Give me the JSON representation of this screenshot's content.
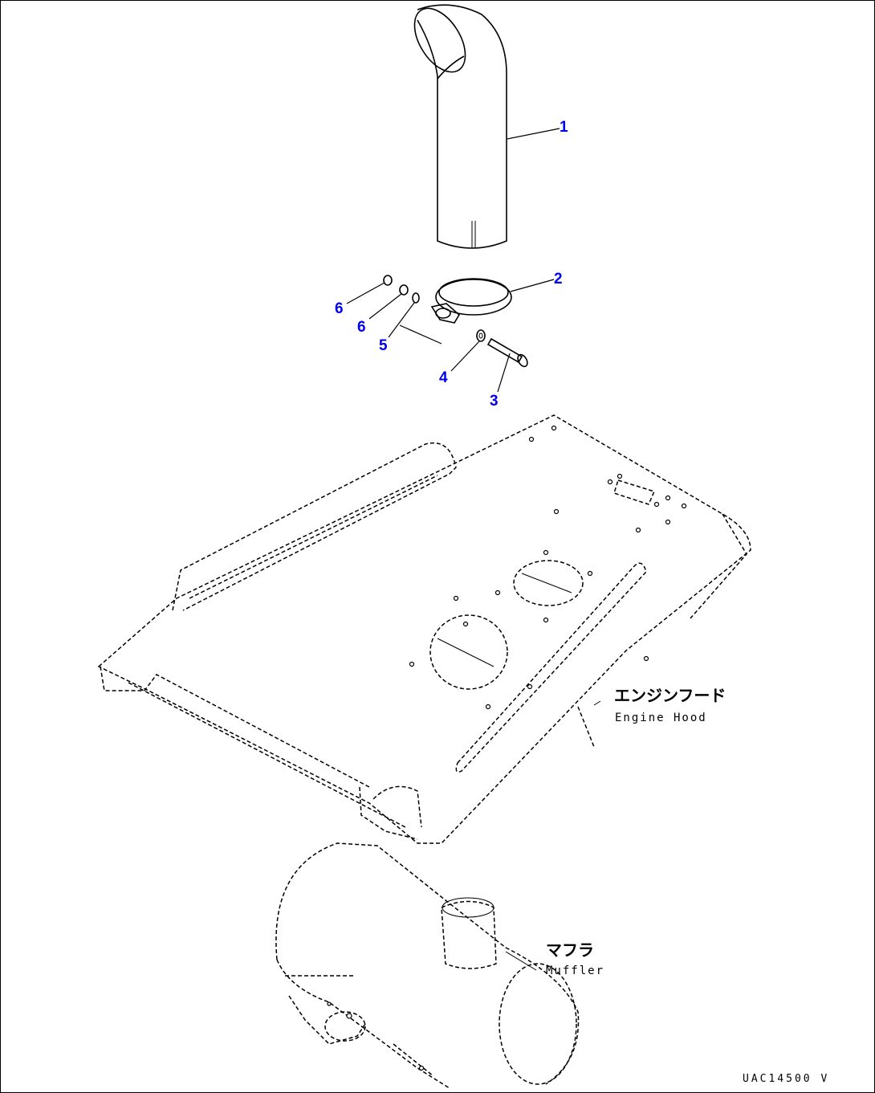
{
  "callouts": [
    {
      "id": "1",
      "label": "1"
    },
    {
      "id": "2",
      "label": "2"
    },
    {
      "id": "3",
      "label": "3"
    },
    {
      "id": "4",
      "label": "4"
    },
    {
      "id": "5",
      "label": "5"
    },
    {
      "id": "6a",
      "label": "6"
    },
    {
      "id": "6b",
      "label": "6"
    }
  ],
  "engine_hood": {
    "label_jp": "エンジンフード",
    "label_en": "Engine Hood"
  },
  "muffler": {
    "label_jp": "マフラ",
    "label_en": "Muffler"
  },
  "drawing_code": "UAC14500 V",
  "colors": {
    "callout": "#0000ee",
    "line": "#000000"
  }
}
